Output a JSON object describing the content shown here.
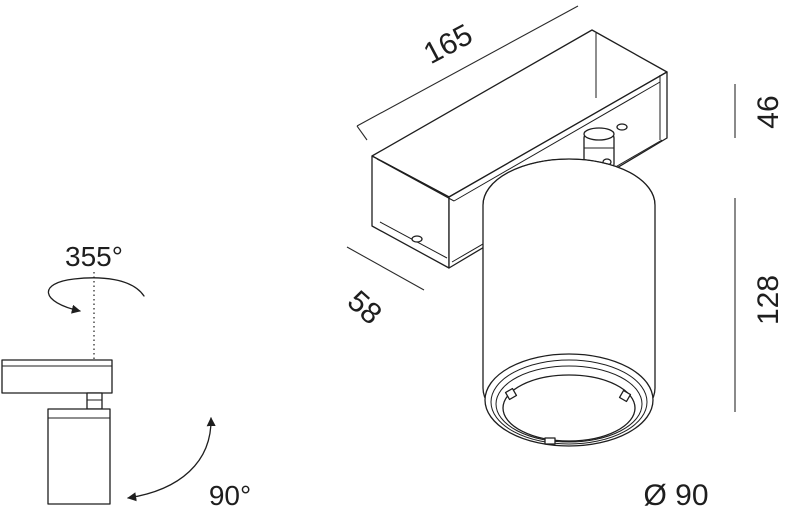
{
  "dimensions": {
    "length": "165",
    "width": "58",
    "housing_height": "46",
    "body_height": "128",
    "diameter": "Ø 90"
  },
  "rotation": {
    "horizontal": "355°",
    "vertical": "90°"
  }
}
